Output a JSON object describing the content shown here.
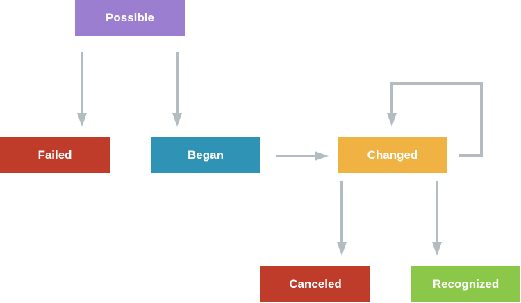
{
  "states": {
    "possible": {
      "label": "Possible",
      "color": "#9b7ecf"
    },
    "failed": {
      "label": "Failed",
      "color": "#bf3c2a"
    },
    "began": {
      "label": "Began",
      "color": "#2e93b5"
    },
    "changed": {
      "label": "Changed",
      "color": "#f0b343"
    },
    "canceled": {
      "label": "Canceled",
      "color": "#bf3c2a"
    },
    "recognized": {
      "label": "Recognized",
      "color": "#8bc84a"
    }
  },
  "connector_color": "#b3bcc1"
}
